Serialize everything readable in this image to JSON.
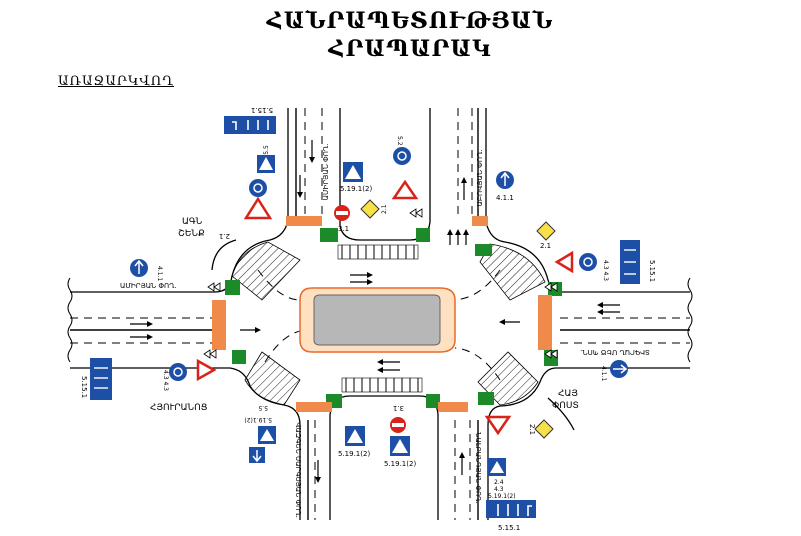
{
  "title_line1": "ՀԱՆՐԱՊԵՏՈՒԹՅԱՆ",
  "title_line2": "ՀՐԱՊԱՐԱԿ",
  "subtitle": "ԱՌԱՋԱՐԿՎՈՂ",
  "streets": {
    "north": "ԱՄԻՐՅԱՆ ՓՈՂ.",
    "north_east": "ԱԲՈՎՅԱՆ ՓՈՂ.",
    "west": "ԱՄԻՐՅԱՆ ՓՈՂ.",
    "east": "ՏԻԳՐԱՆ ՄԵԾ ՊՈՂ.",
    "south_west": "ՎԱԶԳԵՆ ՍԱՐԳՍՅԱՆ ՓՈՂ.",
    "south_east": "ՆԱԼԲԱՆԴՅԱՆ ՓՈՂ."
  },
  "buildings": {
    "nw": [
      "ԱԳՆ",
      "ՇԵՆՔ"
    ],
    "sw": "ՀՅՈՒՐԱՆՈՑ",
    "se": [
      "ՀԱՅ",
      "ՓՈՍՏ"
    ]
  },
  "sign_codes": {
    "s5151": "5.15.1",
    "s55": "5.5",
    "s4343": "4.3 4.3",
    "s21": "2.1",
    "s52": "5.2",
    "s411": "4.1.1",
    "s5191": "5.19.1(2)",
    "s31": "3.1",
    "s24": "2.4",
    "s43": "4.3"
  },
  "icons": {
    "stop": "no-entry-sign-icon",
    "priority": "priority-road-sign-icon",
    "yield": "yield-triangle-sign-icon",
    "roundabout": "roundabout-sign-icon",
    "crosswalk": "pedestrian-crossing-sign-icon",
    "lanes": "lane-direction-sign-icon",
    "traffic_light": "traffic-light-icon"
  },
  "colors": {
    "sign_blue": "#1e4fa6",
    "sign_red": "#d8231b",
    "sign_yellow": "#f7e04a",
    "median_green": "#1d8a2a",
    "center_gray": "#b7b7b7",
    "crosswalk_orange": "#f08a4b"
  }
}
